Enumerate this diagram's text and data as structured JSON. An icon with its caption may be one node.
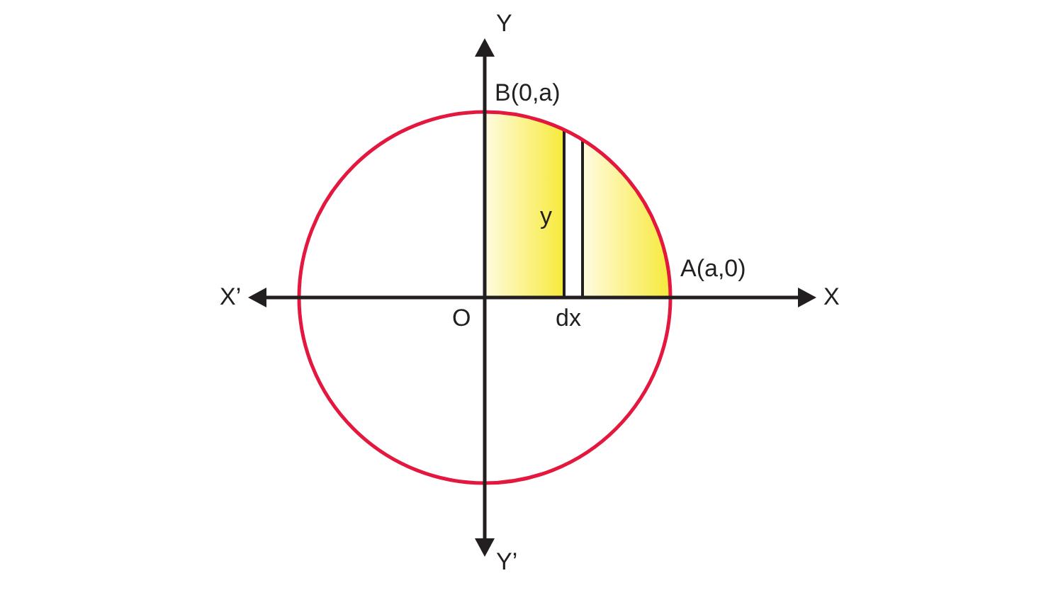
{
  "diagram": {
    "labels": [
      "Y",
      "B(0,a)",
      "y",
      "X’",
      "O",
      "dx",
      "A(a,0)",
      "X",
      "Y’"
    ]
  }
}
